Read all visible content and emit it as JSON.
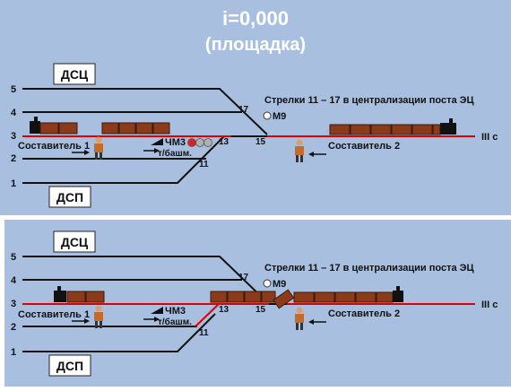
{
  "header": {
    "slope": "i=0,000",
    "subtitle": "(площадка)"
  },
  "colors": {
    "background": "#a8bfe0",
    "track": "#111111",
    "main_track": "#e00000",
    "wagon": "#8b3a1a",
    "locomotive": "#111111",
    "signal_red": "#e02020",
    "signal_off": "#b0b0b0"
  },
  "panels": [
    {
      "id": "top",
      "track_numbers": [
        "5",
        "4",
        "3",
        "2",
        "1"
      ],
      "dsc_label": "ДСЦ",
      "dsp_label": "ДСП",
      "switch_numbers": [
        "17",
        "13",
        "15",
        "11"
      ],
      "note": "Стрелки 11 – 17 в централизации поста ЭЦ",
      "signal_m9": "М9",
      "signal_chm3": "ЧМ3",
      "tower_label": "т/башм.",
      "worker1": "Составитель 1",
      "worker2": "Составитель 2",
      "track_iii": "III с"
    },
    {
      "id": "bottom",
      "track_numbers": [
        "5",
        "4",
        "3",
        "2",
        "1"
      ],
      "dsc_label": "ДСЦ",
      "dsp_label": "ДСП",
      "switch_numbers": [
        "17",
        "13",
        "15",
        "11"
      ],
      "note": "Стрелки 11 – 17 в централизации поста ЭЦ",
      "signal_m9": "М9",
      "signal_chm3": "ЧМ3",
      "tower_label": "т/башм.",
      "worker1": "Составитель 1",
      "worker2": "Составитель 2",
      "track_iii": "III с"
    }
  ]
}
